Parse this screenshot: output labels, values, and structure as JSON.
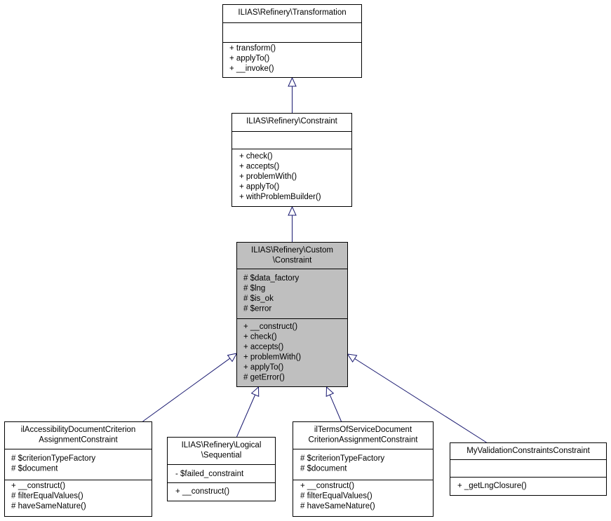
{
  "colors": {
    "node_border": "#000000",
    "node_fill": "#ffffff",
    "highlight_fill": "#bfbfbf",
    "edge": "#191970"
  },
  "nodes": {
    "transformation": {
      "title": [
        "ILIAS\\Refinery\\Transformation"
      ],
      "attributes": [],
      "methods": [
        "+ transform()",
        "+ applyTo()",
        "+ __invoke()"
      ]
    },
    "constraint": {
      "title": [
        "ILIAS\\Refinery\\Constraint"
      ],
      "attributes": [],
      "methods": [
        "+ check()",
        "+ accepts()",
        "+ problemWith()",
        "+ applyTo()",
        "+ withProblemBuilder()"
      ]
    },
    "custom_constraint": {
      "title": [
        "ILIAS\\Refinery\\Custom",
        "\\Constraint"
      ],
      "attributes": [
        "# $data_factory",
        "# $lng",
        "# $is_ok",
        "# $error"
      ],
      "methods": [
        "+ __construct()",
        "+ check()",
        "+ accepts()",
        "+ problemWith()",
        "+ applyTo()",
        "# getError()"
      ]
    },
    "accessibility": {
      "title": [
        "ilAccessibilityDocumentCriterion",
        "AssignmentConstraint"
      ],
      "attributes": [
        "# $criterionTypeFactory",
        "# $document"
      ],
      "methods": [
        "+ __construct()",
        "# filterEqualValues()",
        "# haveSameNature()"
      ]
    },
    "sequential": {
      "title": [
        "ILIAS\\Refinery\\Logical",
        "\\Sequential"
      ],
      "attributes": [
        "- $failed_constraint"
      ],
      "methods": [
        "+ __construct()"
      ]
    },
    "terms": {
      "title": [
        "ilTermsOfServiceDocument",
        "CriterionAssignmentConstraint"
      ],
      "attributes": [
        "# $criterionTypeFactory",
        "# $document"
      ],
      "methods": [
        "+ __construct()",
        "# filterEqualValues()",
        "# haveSameNature()"
      ]
    },
    "myvalidation": {
      "title": [
        "MyValidationConstraintsConstraint"
      ],
      "attributes": [],
      "methods": [
        "+ _getLngClosure()"
      ]
    }
  }
}
